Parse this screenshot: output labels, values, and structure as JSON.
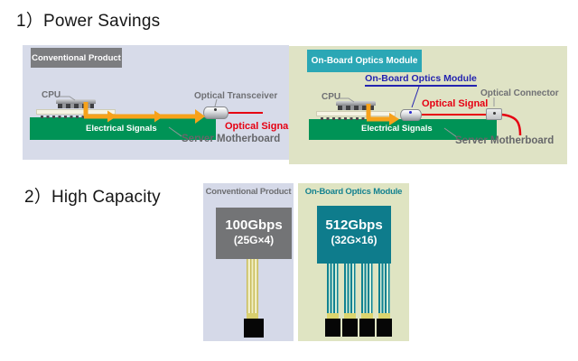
{
  "section1": {
    "heading": "1）Power Savings",
    "conventional": {
      "panel_title": "Conventional Product",
      "cpu_label": "CPU",
      "transceiver_label": "Optical Transceiver",
      "electrical_label": "Electrical Signals",
      "optical_label": "Optical Signal",
      "motherboard_label": "Server Motherboard"
    },
    "onboard": {
      "panel_title": "On-Board Optics Module",
      "module_label": "On-Board Optics Module",
      "cpu_label": "CPU",
      "optical_label": "Optical Signal",
      "connector_label": "Optical Connector",
      "electrical_label": "Electrical Signals",
      "motherboard_label": "Server Motherboard"
    }
  },
  "section2": {
    "heading": "2）High Capacity",
    "conventional": {
      "card_title": "Conventional Product",
      "capacity": "100Gbps",
      "lanes": "(25G×4)"
    },
    "onboard": {
      "card_title": "On-Board Optics Module",
      "capacity": "512Gbps",
      "lanes": "(32G×16)"
    }
  },
  "colors": {
    "panel_conventional_bg": "#d7dbe9",
    "panel_onboard_bg": "#dfe3c5",
    "header_gray": "#7c7d80",
    "header_teal": "#2ba7b5",
    "board_green": "#009356",
    "signal_orange": "#f6a21b",
    "signal_red": "#e60012",
    "module_blue": "#2323b0",
    "capacity_box_gray": "#737476",
    "capacity_box_teal": "#0e7c8c"
  }
}
